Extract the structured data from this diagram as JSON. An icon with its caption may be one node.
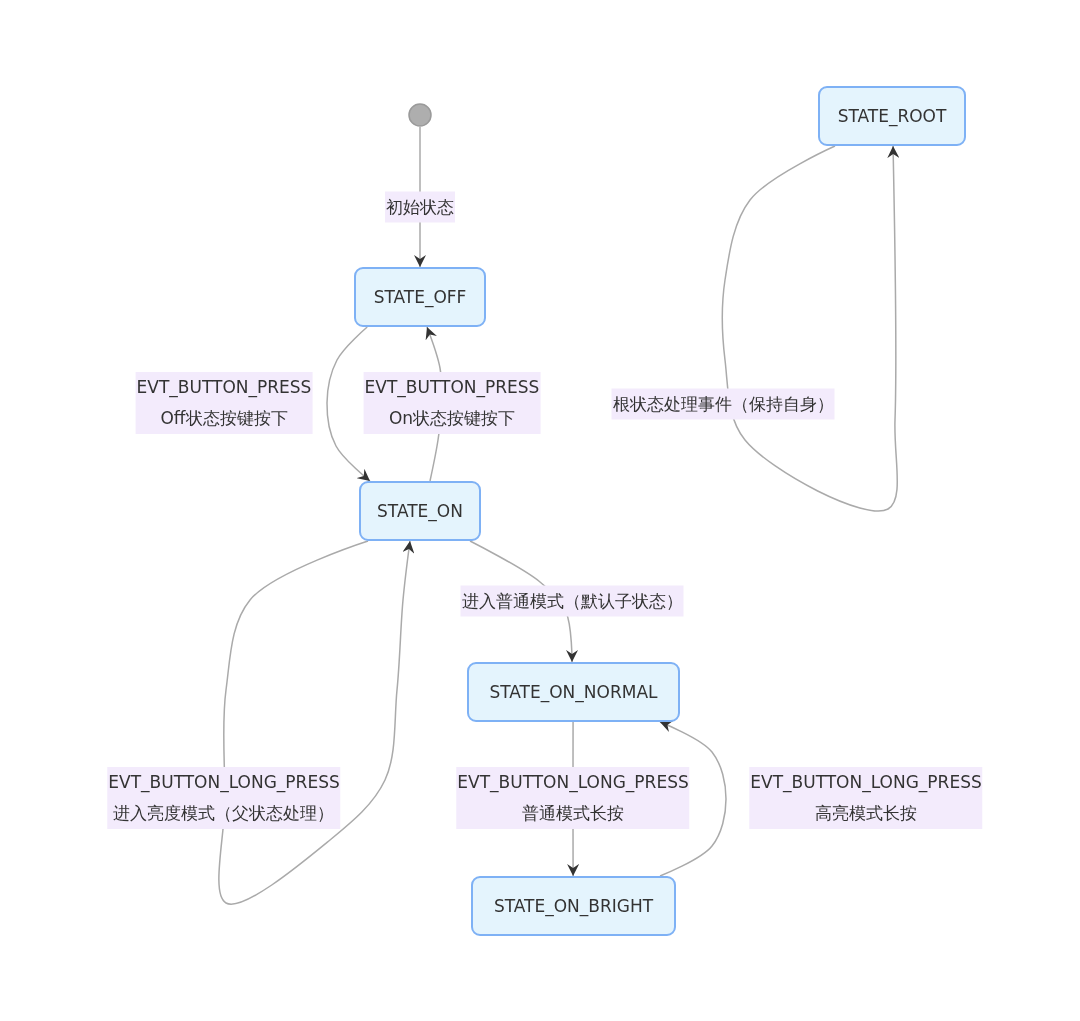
{
  "diagram": {
    "nodes": [
      {
        "text": [],
        "shape": "circle"
      },
      {
        "text": [
          "STATE_ROOT"
        ]
      },
      {
        "text": [
          "STATE_OFF"
        ]
      },
      {
        "text": [
          "STATE_ON"
        ]
      },
      {
        "text": [
          "STATE_ON_NORMAL"
        ]
      },
      {
        "text": [
          "STATE_ON_BRIGHT"
        ]
      }
    ],
    "edges": [
      {
        "from": 0,
        "to": 2,
        "arrow": "to",
        "label": "初始状态"
      },
      {
        "from": 2,
        "to": 3,
        "arrow": "to",
        "label": "EVT_BUTTON_PRESS Off状态按键按下"
      },
      {
        "from": 3,
        "to": 2,
        "arrow": "to",
        "label": "EVT_BUTTON_PRESS On状态按键按下"
      },
      {
        "from": 1,
        "to": 1,
        "arrow": "to",
        "label": "根状态处理事件（保持自身）"
      },
      {
        "from": 3,
        "to": 3,
        "arrow": "to",
        "label": "EVT_BUTTON_LONG_PRESS 进入亮度模式（父状态处理）"
      },
      {
        "from": 3,
        "to": 4,
        "arrow": "to",
        "label": "进入普通模式（默认子状态）"
      },
      {
        "from": 4,
        "to": 5,
        "arrow": "to",
        "label": "EVT_BUTTON_LONG_PRESS 普通模式长按"
      },
      {
        "from": 5,
        "to": 4,
        "arrow": "to",
        "label": "EVT_BUTTON_LONG_PRESS 高亮模式长按"
      }
    ]
  }
}
